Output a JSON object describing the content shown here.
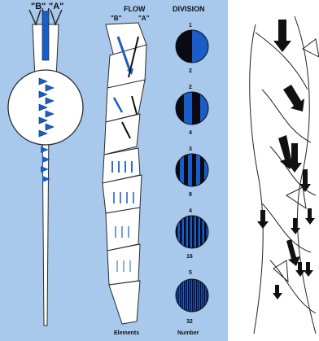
{
  "left_panel": {
    "header": {
      "b": "\"B\"",
      "a": "\"A\"",
      "flow": "FLOW",
      "flow_b": "\"B\"",
      "flow_a": "\"A\"",
      "division": "DIVISION"
    },
    "divisions": [
      {
        "top": "1",
        "bottom": "2",
        "stripes": 1
      },
      {
        "top": "2",
        "bottom": "4",
        "stripes": 2
      },
      {
        "top": "3",
        "bottom": "8",
        "stripes": 4
      },
      {
        "top": "4",
        "bottom": "16",
        "stripes": 8
      },
      {
        "top": "5",
        "bottom": "32",
        "stripes": 16
      }
    ],
    "footer": {
      "elements": "Elements",
      "number": "Number"
    }
  },
  "colors": {
    "panel_bg": "#a8c8ec",
    "blue": "#1a5cc8",
    "dark": "#111111"
  }
}
